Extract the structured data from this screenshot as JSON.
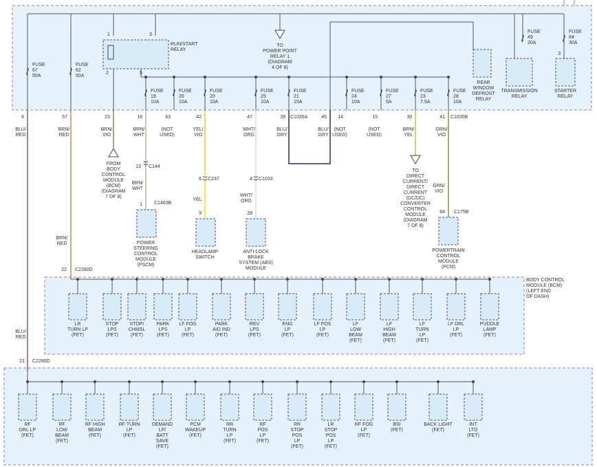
{
  "wire_colors": {
    "blu_red": "#6a3d8f",
    "brn_red": "#c87533",
    "brn_vio": "#8a6d55",
    "brn_wht": "#b8a68a",
    "yel_vio": "#e6d21a",
    "yel": "#f2e600",
    "wht_org": "#e8dcc8",
    "blu_gry": "#1a2b8f",
    "grn_vio": "#8a9a2a",
    "brn_yel": "#c8b030"
  },
  "relays": {
    "run_start": {
      "pins": [
        "1",
        "3",
        "2",
        "5"
      ],
      "label": "RUN/START\nRELAY"
    },
    "rear_defrost": {
      "label": "REAR\nWINDOW\nDEFROST\nRELAY"
    },
    "transmission": {
      "label": "TRANSMISSION\nRELAY"
    },
    "starter": {
      "pin": "3",
      "label": "STARTER\nRELAY"
    }
  },
  "top_fuses": [
    {
      "label": "FUSE\n49\n20A"
    },
    {
      "label": "FUSE\n84\n30A"
    }
  ],
  "to_power_point": {
    "label": "TO\nPOWER POINT\nRELAY 1\n(DIAGRAM\n4 OF 8)"
  },
  "fuses": [
    {
      "label": "FUSE\n67\n50A"
    },
    {
      "label": "FUSE\n62\n50A"
    },
    {
      "label": "FUSE\n19\n10A"
    },
    {
      "label": "FUSE\n26\n10A"
    },
    {
      "label": "FUSE\n20\n10A"
    },
    {
      "label": "FUSE\n25\n10A"
    },
    {
      "label": "FUSE\n21\n15A"
    },
    {
      "label": "FUSE\n24\n10A"
    },
    {
      "label": "FUSE\n27\n5A"
    },
    {
      "label": "FUSE\n23\n7.5A"
    },
    {
      "label": "FUSE\n28\n10A"
    }
  ],
  "pins": [
    {
      "pin": "6",
      "wire": "BLU/\nRED"
    },
    {
      "pin": "57",
      "wire": "BRN/\nRED"
    },
    {
      "pin": "23",
      "wire": "BRN/\nVIO"
    },
    {
      "pin": "19",
      "wire": "BRN/\nWHT"
    },
    {
      "pin": "43",
      "wire": "(NOT\nUSED)"
    },
    {
      "pin": "42",
      "wire": "YEL/\nVIO"
    },
    {
      "pin": "47",
      "wire": "WHT/\nORG"
    },
    {
      "pin": "39",
      "wire": "BLU/\nGRY"
    },
    {
      "pin": "45",
      "wire": "BLU/\nGRY"
    },
    {
      "pin": "14",
      "wire": "(NOT\nUSED)"
    },
    {
      "pin": "15",
      "wire": "(NOT\nUSED)"
    },
    {
      "pin": "39",
      "wire": "BRN/\nYEL"
    },
    {
      "pin": "41",
      "wire": "GRN/\nVIO"
    }
  ],
  "connector_c1035a": "C1035A",
  "connector_c1035b": "C1035B",
  "from_bcm": {
    "label": "FROM\nBODY\nCONTROL\nMODULE\n(BCM)\n(DIAGRAM\n7 OF 8)"
  },
  "to_dcdc": {
    "label": "TO\nDIRECT\nCURRENT/\nDIRECT\nCURRENT\n(DC/DC)\nCONVERTER\nCONTROL\nMODULE\n(DIAGRAM\n7 OF 8)"
  },
  "c144": {
    "pin": "13",
    "conn": "C144",
    "wire": "BRN/\nWHT"
  },
  "c237": {
    "pin": "6",
    "conn": "C237",
    "wire": "YEL"
  },
  "c1033": {
    "pin": "4",
    "conn": "C1033",
    "wire": "WHT/\nORG"
  },
  "mid_modules": [
    {
      "pin": "1",
      "conn": "C1463B",
      "label": "POWER\nSTEERING\nCONTROL\nMODULE\n(PSCM)"
    },
    {
      "pin": "9",
      "conn": "",
      "label": "HEADLAMP\nSWITCH"
    },
    {
      "pin": "28",
      "conn": "",
      "label": "ANTI-LOCK\nBRAKE\nSYSTEM (ABS)\nMODULE"
    },
    {
      "pin": "64",
      "conn": "C175B",
      "label": "POWERTRAIN\nCONTROL\nMODULE\n(PCM)",
      "wire": "GRN/\nVIO"
    }
  ],
  "brn_red_mid": "BRN/\nRED",
  "blu_red_mid": "BLU/\nRED",
  "bcm_top": {
    "pin": "22",
    "conn": "C2280D",
    "label": "BODY CONTROL\nMODULE (BCM)\n(LEFT END\nOF DASH)"
  },
  "bcm_bottom": {
    "pin": "21",
    "conn": "C2280D"
  },
  "fets_top": [
    "LR\nTURN LP\n(FET)",
    "STOP\nLPS\n(FET)",
    "STOP/\nCHMSL\n(FET)",
    "PARK\nLPS\n(FET)",
    "LF FOG\nLP\n(FET)",
    "PARK\nAID IND\n(FET)",
    "REV\nLPS\n(FET)",
    "ENG\nLP\n(FET)",
    "LF POS\nLP\n(FET)",
    "LF\nLOW\nBEAM\n(FET)",
    "LF\nHIGH\nBEAM\n(FET)",
    "LF\nTURN\nLP\n(FET)",
    "LF DRL\nLP\n(FET)",
    "PUDDLE\nLAMP\n(FET)"
  ],
  "fets_bottom": [
    "RF\nDRL LP\n(FET)",
    "RF\nLOW\nBEAM\n(FET)",
    "RF HIGH\nBEAM\n(FET)",
    "RF TURN\nLP\n(FET)",
    "DEMAND\nLP/\nBATT\nSAVE\n(FET)",
    "PCM\nWAKEUP\n(FET)",
    "RR\nTURN\nLP\n(FET)",
    "RF\nPOS\nLP\n(FET)",
    "RR\nSTOP\nPOS\nLP\n(FET)",
    "LR\nSTOP\nPOS\nLP\n(FET)",
    "RF FOG\nLP\n(FET)",
    "BSI\n(FET)",
    "BACK LIGHT\n(FET)",
    "INT\nLTG\n(FET)"
  ]
}
